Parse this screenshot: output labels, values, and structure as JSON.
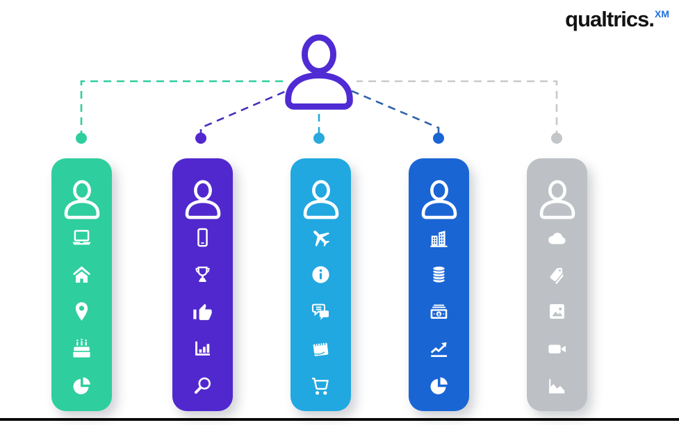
{
  "logo": {
    "brand": "qualtrics.",
    "superscript": "XM",
    "brand_color": "#131313",
    "superscript_color": "#1e6fd9"
  },
  "hub": {
    "icon": "person-outline",
    "color": "#4f2bd4"
  },
  "page": {
    "background": "#ffffff",
    "bottom_bar_color": "#0a0a0a"
  },
  "cards": [
    {
      "id": "green",
      "color": "#2fce9e",
      "connector": {
        "line": "#2fce9e",
        "dot": "#2fce9e"
      },
      "icons": [
        "person-outline",
        "laptop",
        "home",
        "map-pin",
        "birthday-cake",
        "pie-chart"
      ]
    },
    {
      "id": "purple",
      "color": "#5128ce",
      "connector": {
        "line": "#4431bd",
        "dot": "#5128ce"
      },
      "icons": [
        "person-outline",
        "smartphone",
        "trophy",
        "thumbs-up",
        "bar-chart",
        "magnifier"
      ]
    },
    {
      "id": "sky-blue",
      "color": "#21a8e0",
      "connector": {
        "line": "#29a9dc",
        "dot": "#29a9dc"
      },
      "icons": [
        "person-outline",
        "airplane",
        "info-circle",
        "chat-bubbles",
        "calendar",
        "shopping-cart"
      ]
    },
    {
      "id": "blue",
      "color": "#1a65d4",
      "connector": {
        "line": "#2e62a9",
        "dot": "#1a65d4"
      },
      "icons": [
        "person-outline",
        "buildings",
        "coin-stack",
        "money-bills",
        "trend-up-chart",
        "pie-chart"
      ]
    },
    {
      "id": "gray",
      "color": "#bdc1c6",
      "connector": {
        "line": "#c6c9cc",
        "dot": "#c3c6c9"
      },
      "icons": [
        "person-outline",
        "cloud",
        "price-tags",
        "image-photo",
        "video-camera",
        "area-chart"
      ]
    }
  ]
}
